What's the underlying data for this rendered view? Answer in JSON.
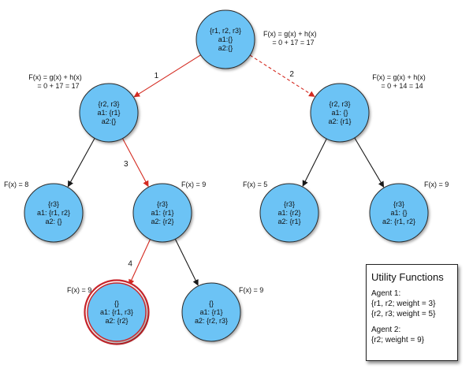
{
  "colors": {
    "node_fill": "#6cc3f5",
    "node_stroke": "#2b2b2b",
    "edge_selected": "#d42a20",
    "edge_normal": "#1a1a1a",
    "goal_ring": "#c8252b"
  },
  "nodes": [
    {
      "id": "root",
      "lines": [
        "{r1, r2, r3}",
        "a1:{}",
        "a2:{}"
      ],
      "annotation": [
        "F(x) = g(x) + h(x)",
        "= 0 + 17 = 17"
      ]
    },
    {
      "id": "n1",
      "lines": [
        "{r2, r3}",
        "a1: {r1}",
        "a2:{}"
      ],
      "annotation": [
        "F(x) = g(x) + h(x)",
        "= 0 + 17 = 17"
      ]
    },
    {
      "id": "n2",
      "lines": [
        "{r2, r3}",
        "a1: {}",
        "a2: {r1}"
      ],
      "annotation": [
        "F(x) = g(x) + h(x)",
        "= 0 + 14 = 14"
      ]
    },
    {
      "id": "n11",
      "lines": [
        "{r3}",
        "a1: {r1, r2}",
        "a2: {}"
      ],
      "annotation": [
        "F(x) = 8"
      ]
    },
    {
      "id": "n12",
      "lines": [
        "{r3}",
        "a1: {r1}",
        "a2: {r2}"
      ],
      "annotation": [
        "F(x) = 9"
      ]
    },
    {
      "id": "n21",
      "lines": [
        "{r3}",
        "a1: {r2}",
        "a2: {r1}"
      ],
      "annotation": [
        "F(x) = 5"
      ]
    },
    {
      "id": "n22",
      "lines": [
        "{r3}",
        "a1: {}",
        "a2: {r1, r2}"
      ],
      "annotation": [
        "F(x) = 9"
      ]
    },
    {
      "id": "n121",
      "lines": [
        "{}",
        "a1: {r1, r3}",
        "a2: {r2}"
      ],
      "annotation": [
        "F(x) = 9"
      ],
      "goal": true
    },
    {
      "id": "n122",
      "lines": [
        "{}",
        "a1: {r1}",
        "a2: {r2, r3}"
      ],
      "annotation": [
        "F(x) = 9"
      ]
    }
  ],
  "edges": [
    {
      "from": "root",
      "to": "n1",
      "style": "selected",
      "label": "1"
    },
    {
      "from": "root",
      "to": "n2",
      "style": "selected-dashed",
      "label": "2"
    },
    {
      "from": "n1",
      "to": "n11",
      "style": "normal",
      "label": ""
    },
    {
      "from": "n1",
      "to": "n12",
      "style": "selected",
      "label": "3"
    },
    {
      "from": "n2",
      "to": "n21",
      "style": "normal",
      "label": ""
    },
    {
      "from": "n2",
      "to": "n22",
      "style": "normal",
      "label": ""
    },
    {
      "from": "n12",
      "to": "n121",
      "style": "selected",
      "label": "4"
    },
    {
      "from": "n12",
      "to": "n122",
      "style": "normal",
      "label": ""
    }
  ],
  "utility": {
    "title": "Utility Functions",
    "agent1_label": "Agent 1:",
    "agent1_lines": [
      "{r1, r2; weight = 3}",
      "{r2, r3; weight = 5}"
    ],
    "agent2_label": "Agent 2:",
    "agent2_lines": [
      "{r2; weight = 9}"
    ]
  }
}
